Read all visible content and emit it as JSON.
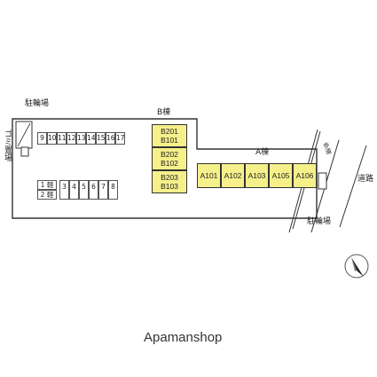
{
  "labels": {
    "bicycle_parking_left": "駐輪場",
    "bicycle_parking_right": "駐輪場",
    "garbage": "ゴミ置場",
    "building_b": "B棟",
    "building_a": "A棟",
    "road": "道路",
    "sidewalk": "歩道"
  },
  "parking_top": [
    "9",
    "10",
    "11",
    "12",
    "13",
    "14",
    "15",
    "16",
    "17"
  ],
  "parking_bottom": {
    "stacked": [
      "1 軽",
      "2 軽"
    ],
    "row": [
      "3",
      "4",
      "5",
      "6",
      "7",
      "8"
    ]
  },
  "building_b_units": [
    {
      "upper": "B201",
      "lower": "B101"
    },
    {
      "upper": "B202",
      "lower": "B102"
    },
    {
      "upper": "B203",
      "lower": "B103"
    }
  ],
  "building_a_units": [
    "A101",
    "A102",
    "A103",
    "A105",
    "A106"
  ],
  "brand": "Apamanshop",
  "colors": {
    "unit_fill": "#f5f08a",
    "outline": "#333333"
  }
}
